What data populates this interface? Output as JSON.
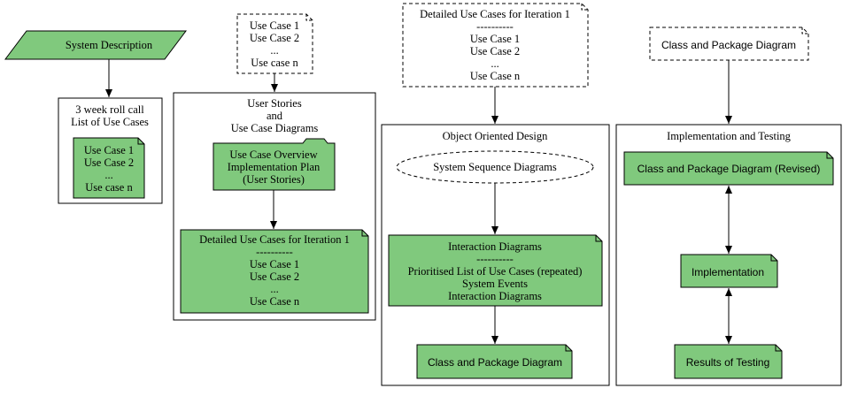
{
  "nodes": {
    "system_description": "System Description",
    "rollcall": [
      "3 week roll call",
      "List of Use Cases"
    ],
    "rollcall_note": [
      "Use Case 1",
      "Use Case 2",
      "...",
      "Use case n"
    ],
    "top_use_cases": [
      "Use Case 1",
      "Use Case 2",
      "...",
      "Use case n"
    ],
    "user_stories": [
      "User Stories",
      "and",
      "Use Case Diagrams"
    ],
    "overview_folder": [
      "Use Case Overview",
      "Implementation Plan",
      "(User Stories)"
    ],
    "detailed_inner": [
      "Detailed Use Cases for Iteration 1",
      "----------",
      "Use Case 1",
      "Use Case 2",
      "...",
      "Use Case n"
    ],
    "detailed_top": [
      "Detailed Use Cases for Iteration 1",
      "----------",
      "Use Case 1",
      "Use Case 2",
      "...",
      "Use Case n"
    ],
    "ood_title": "Object Oriented Design",
    "ssd": "System Sequence Diagrams",
    "interaction": [
      "Interaction Diagrams",
      "----------",
      "Prioritised List of Use Cases (repeated)",
      "System Events",
      "Interaction Diagrams"
    ],
    "class_pkg": "Class and Package Diagram",
    "class_pkg_top": "Class and Package Diagram",
    "impl_title": "Implementation and Testing",
    "class_pkg_revised": "Class and Package Diagram (Revised)",
    "implementation": "Implementation",
    "results": "Results of Testing"
  },
  "colors": {
    "node_fill": "#80c97d",
    "stroke": "#000000"
  }
}
